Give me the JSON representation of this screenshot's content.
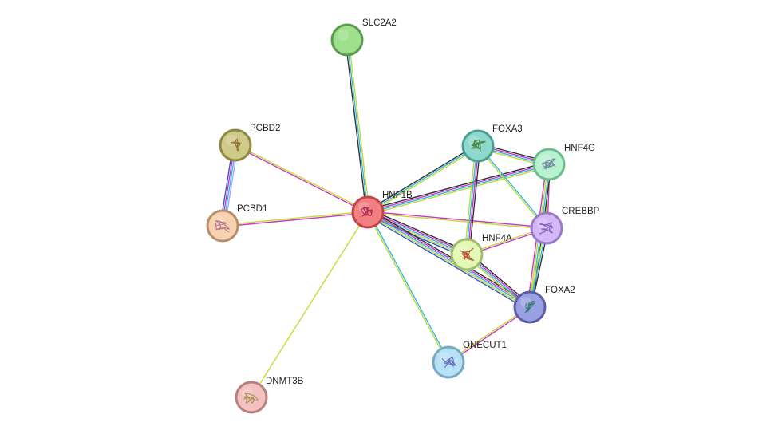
{
  "network": {
    "center": "HNF1B",
    "evidence_colors": {
      "text_mining": "#c4d938",
      "experiments": "#c738c7",
      "databases": "#36b7e0",
      "coexpression": "#333333",
      "neighborhood": "#3b58cf",
      "homology": "#a5a8ff",
      "gene_fusion": "#888888"
    },
    "nodes": [
      {
        "id": "SLC2A2",
        "label": "SLC2A2",
        "fill": "#9fe08c",
        "stroke": "#5a9a4e",
        "structure": false
      },
      {
        "id": "PCBD2",
        "label": "PCBD2",
        "fill": "#cfc98a",
        "stroke": "#8d8a40",
        "structure": true,
        "glyph": "#8a6d2a"
      },
      {
        "id": "PCBD1",
        "label": "PCBD1",
        "fill": "#f6d2b0",
        "stroke": "#b68f6b",
        "structure": true,
        "glyph": "#b06a8a"
      },
      {
        "id": "HNF1B",
        "label": "HNF1B",
        "fill": "#f27f82",
        "stroke": "#c44548",
        "structure": true,
        "glyph": "#a0204a"
      },
      {
        "id": "FOXA3",
        "label": "FOXA3",
        "fill": "#8fd9cc",
        "stroke": "#4b9e92",
        "structure": true,
        "glyph": "#3c7a3c"
      },
      {
        "id": "HNF4G",
        "label": "HNF4G",
        "fill": "#b8f1cf",
        "stroke": "#6ebc8d",
        "structure": true,
        "glyph": "#6a7a9a"
      },
      {
        "id": "CREBBP",
        "label": "CREBBP",
        "fill": "#d5b8f7",
        "stroke": "#9a7cc4",
        "structure": true,
        "glyph": "#7a5ab0"
      },
      {
        "id": "HNF4A",
        "label": "HNF4A",
        "fill": "#e3f7b6",
        "stroke": "#9fbf6c",
        "structure": true,
        "glyph": "#b04a2a"
      },
      {
        "id": "FOXA2",
        "label": "FOXA2",
        "fill": "#9aa1e2",
        "stroke": "#5a5fa8",
        "structure": true,
        "glyph": "#2a7a6a"
      },
      {
        "id": "ONECUT1",
        "label": "ONECUT1",
        "fill": "#b9e1f5",
        "stroke": "#78a9c4",
        "structure": true,
        "glyph": "#5a60b0"
      },
      {
        "id": "DNMT3B",
        "label": "DNMT3B",
        "fill": "#f4c0c0",
        "stroke": "#b88080",
        "structure": true,
        "glyph": "#a08a4a"
      }
    ],
    "edges": [
      {
        "from": "HNF1B",
        "to": "SLC2A2",
        "evidence": [
          "coexpression",
          "databases",
          "text_mining"
        ]
      },
      {
        "from": "HNF1B",
        "to": "PCBD2",
        "evidence": [
          "experiments",
          "text_mining"
        ]
      },
      {
        "from": "HNF1B",
        "to": "PCBD1",
        "evidence": [
          "experiments",
          "text_mining"
        ]
      },
      {
        "from": "PCBD2",
        "to": "PCBD1",
        "evidence": [
          "homology",
          "databases",
          "experiments",
          "neighborhood"
        ]
      },
      {
        "from": "HNF1B",
        "to": "DNMT3B",
        "evidence": [
          "text_mining"
        ]
      },
      {
        "from": "HNF1B",
        "to": "ONECUT1",
        "evidence": [
          "databases",
          "text_mining"
        ]
      },
      {
        "from": "HNF1B",
        "to": "FOXA3",
        "evidence": [
          "coexpression",
          "databases",
          "text_mining"
        ]
      },
      {
        "from": "HNF1B",
        "to": "HNF4G",
        "evidence": [
          "coexpression",
          "experiments",
          "databases",
          "text_mining"
        ]
      },
      {
        "from": "HNF1B",
        "to": "CREBBP",
        "evidence": [
          "experiments",
          "text_mining"
        ]
      },
      {
        "from": "HNF1B",
        "to": "HNF4A",
        "evidence": [
          "coexpression",
          "experiments",
          "databases",
          "text_mining",
          "neighborhood"
        ]
      },
      {
        "from": "HNF1B",
        "to": "FOXA2",
        "evidence": [
          "coexpression",
          "experiments",
          "databases",
          "text_mining",
          "neighborhood"
        ]
      },
      {
        "from": "FOXA3",
        "to": "HNF4G",
        "evidence": [
          "coexpression",
          "experiments",
          "databases",
          "text_mining"
        ]
      },
      {
        "from": "FOXA3",
        "to": "HNF4A",
        "evidence": [
          "coexpression",
          "experiments",
          "databases",
          "text_mining"
        ]
      },
      {
        "from": "FOXA3",
        "to": "CREBBP",
        "evidence": [
          "databases",
          "text_mining"
        ]
      },
      {
        "from": "HNF4G",
        "to": "CREBBP",
        "evidence": [
          "experiments",
          "text_mining"
        ]
      },
      {
        "from": "HNF4G",
        "to": "FOXA2",
        "evidence": [
          "coexpression",
          "databases",
          "text_mining",
          "experiments"
        ]
      },
      {
        "from": "CREBBP",
        "to": "HNF4A",
        "evidence": [
          "experiments",
          "text_mining"
        ]
      },
      {
        "from": "CREBBP",
        "to": "FOXA2",
        "evidence": [
          "coexpression",
          "databases",
          "text_mining"
        ]
      },
      {
        "from": "HNF4A",
        "to": "FOXA2",
        "evidence": [
          "coexpression",
          "experiments",
          "databases",
          "text_mining"
        ]
      },
      {
        "from": "FOXA2",
        "to": "ONECUT1",
        "evidence": [
          "experiments",
          "text_mining"
        ]
      }
    ]
  }
}
